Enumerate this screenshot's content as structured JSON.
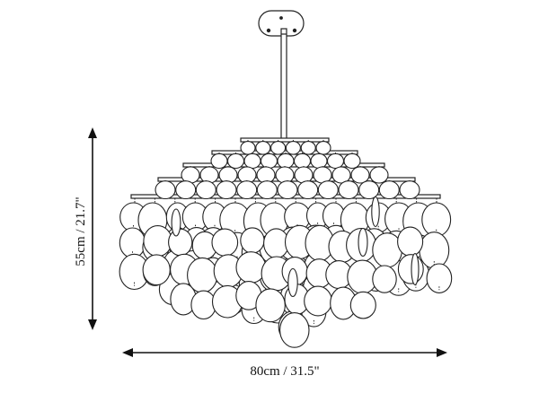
{
  "diagram": {
    "height_label": "55cm / 21.7\"",
    "width_label": "80cm / 31.5\""
  },
  "colors": {
    "line": "#222222",
    "disc_fill": "#ffffff",
    "background": "#ffffff"
  },
  "icons": {
    "height_arrow": "double-arrow-vertical",
    "width_arrow": "double-arrow-horizontal",
    "product": "chandelier-drawing"
  }
}
